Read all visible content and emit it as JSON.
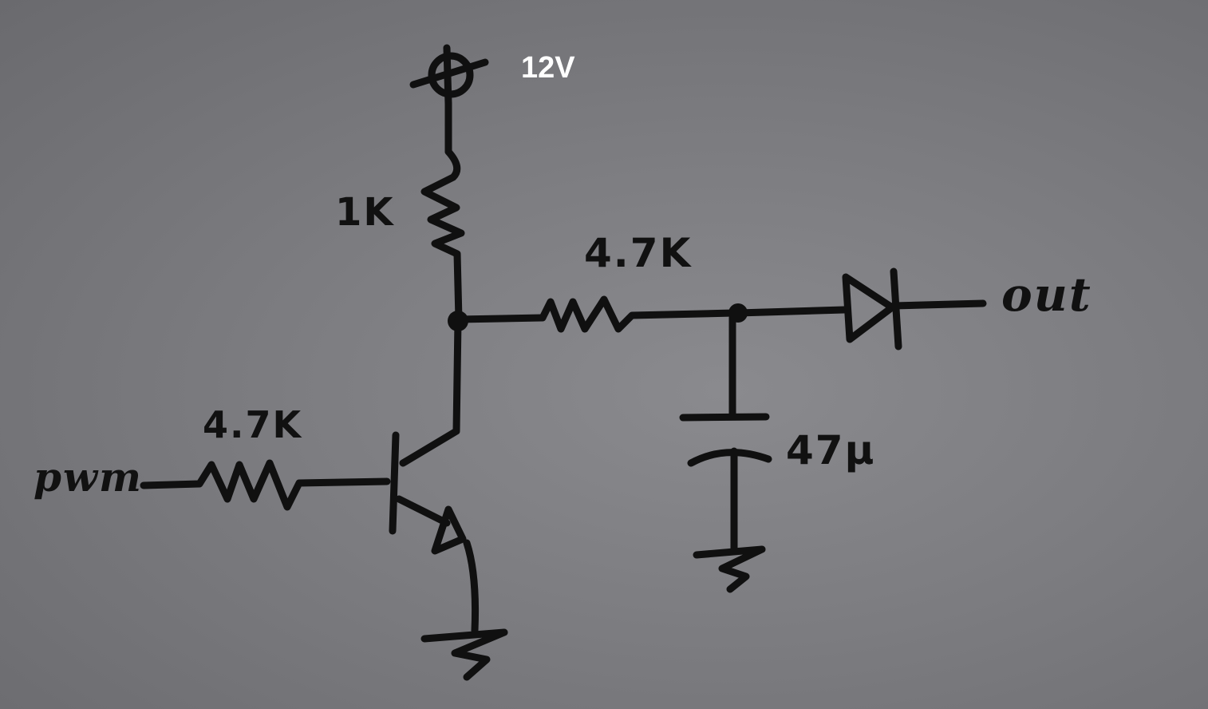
{
  "diagram": {
    "type": "hand-drawn circuit schematic",
    "background_color": "#7e7e82",
    "ink_color": "#101010",
    "supply": {
      "symbol": "power-rail-plus",
      "label": "12V",
      "label_color": "#ffffff"
    },
    "components": [
      {
        "id": "R1",
        "type": "resistor",
        "label": "1K",
        "connects": [
          "12V",
          "collector-node"
        ]
      },
      {
        "id": "R2",
        "type": "resistor",
        "label": "4.7K",
        "connects": [
          "collector-node",
          "cap-node"
        ]
      },
      {
        "id": "R3",
        "type": "resistor",
        "label": "4.7K",
        "connects": [
          "pwm",
          "Q1.base"
        ]
      },
      {
        "id": "Q1",
        "type": "NPN transistor",
        "label": "",
        "connects": [
          "collector-node",
          "R3",
          "ground"
        ]
      },
      {
        "id": "C1",
        "type": "capacitor",
        "label": "47µ",
        "connects": [
          "cap-node",
          "ground"
        ]
      },
      {
        "id": "D1",
        "type": "diode",
        "label": "",
        "connects": [
          "cap-node",
          "out"
        ]
      }
    ],
    "labels": {
      "supply": "12V",
      "r_collector": "1K",
      "r_series": "4.7K",
      "r_base": "4.7K",
      "input": "pwm",
      "capacitor": "47µ",
      "output": "out"
    },
    "grounds": 2,
    "junctions": [
      "collector-node",
      "cap-node"
    ]
  }
}
